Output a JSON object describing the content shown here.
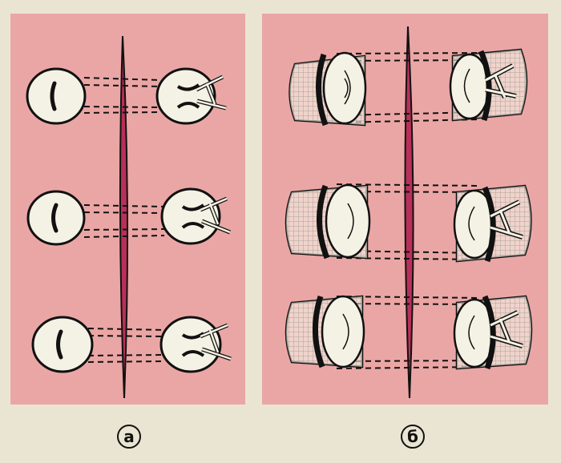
{
  "captions": {
    "a": "а",
    "b": "б"
  },
  "colors": {
    "background": "#eae5d2",
    "panel": "#eaa6a5",
    "object": "#f4f2e4",
    "outline": "#111111",
    "wound": "#b8305a"
  },
  "panels": [
    {
      "id": "a",
      "object": "button",
      "rows": 3
    },
    {
      "id": "b",
      "object": "gauze-roll",
      "rows": 3
    }
  ]
}
